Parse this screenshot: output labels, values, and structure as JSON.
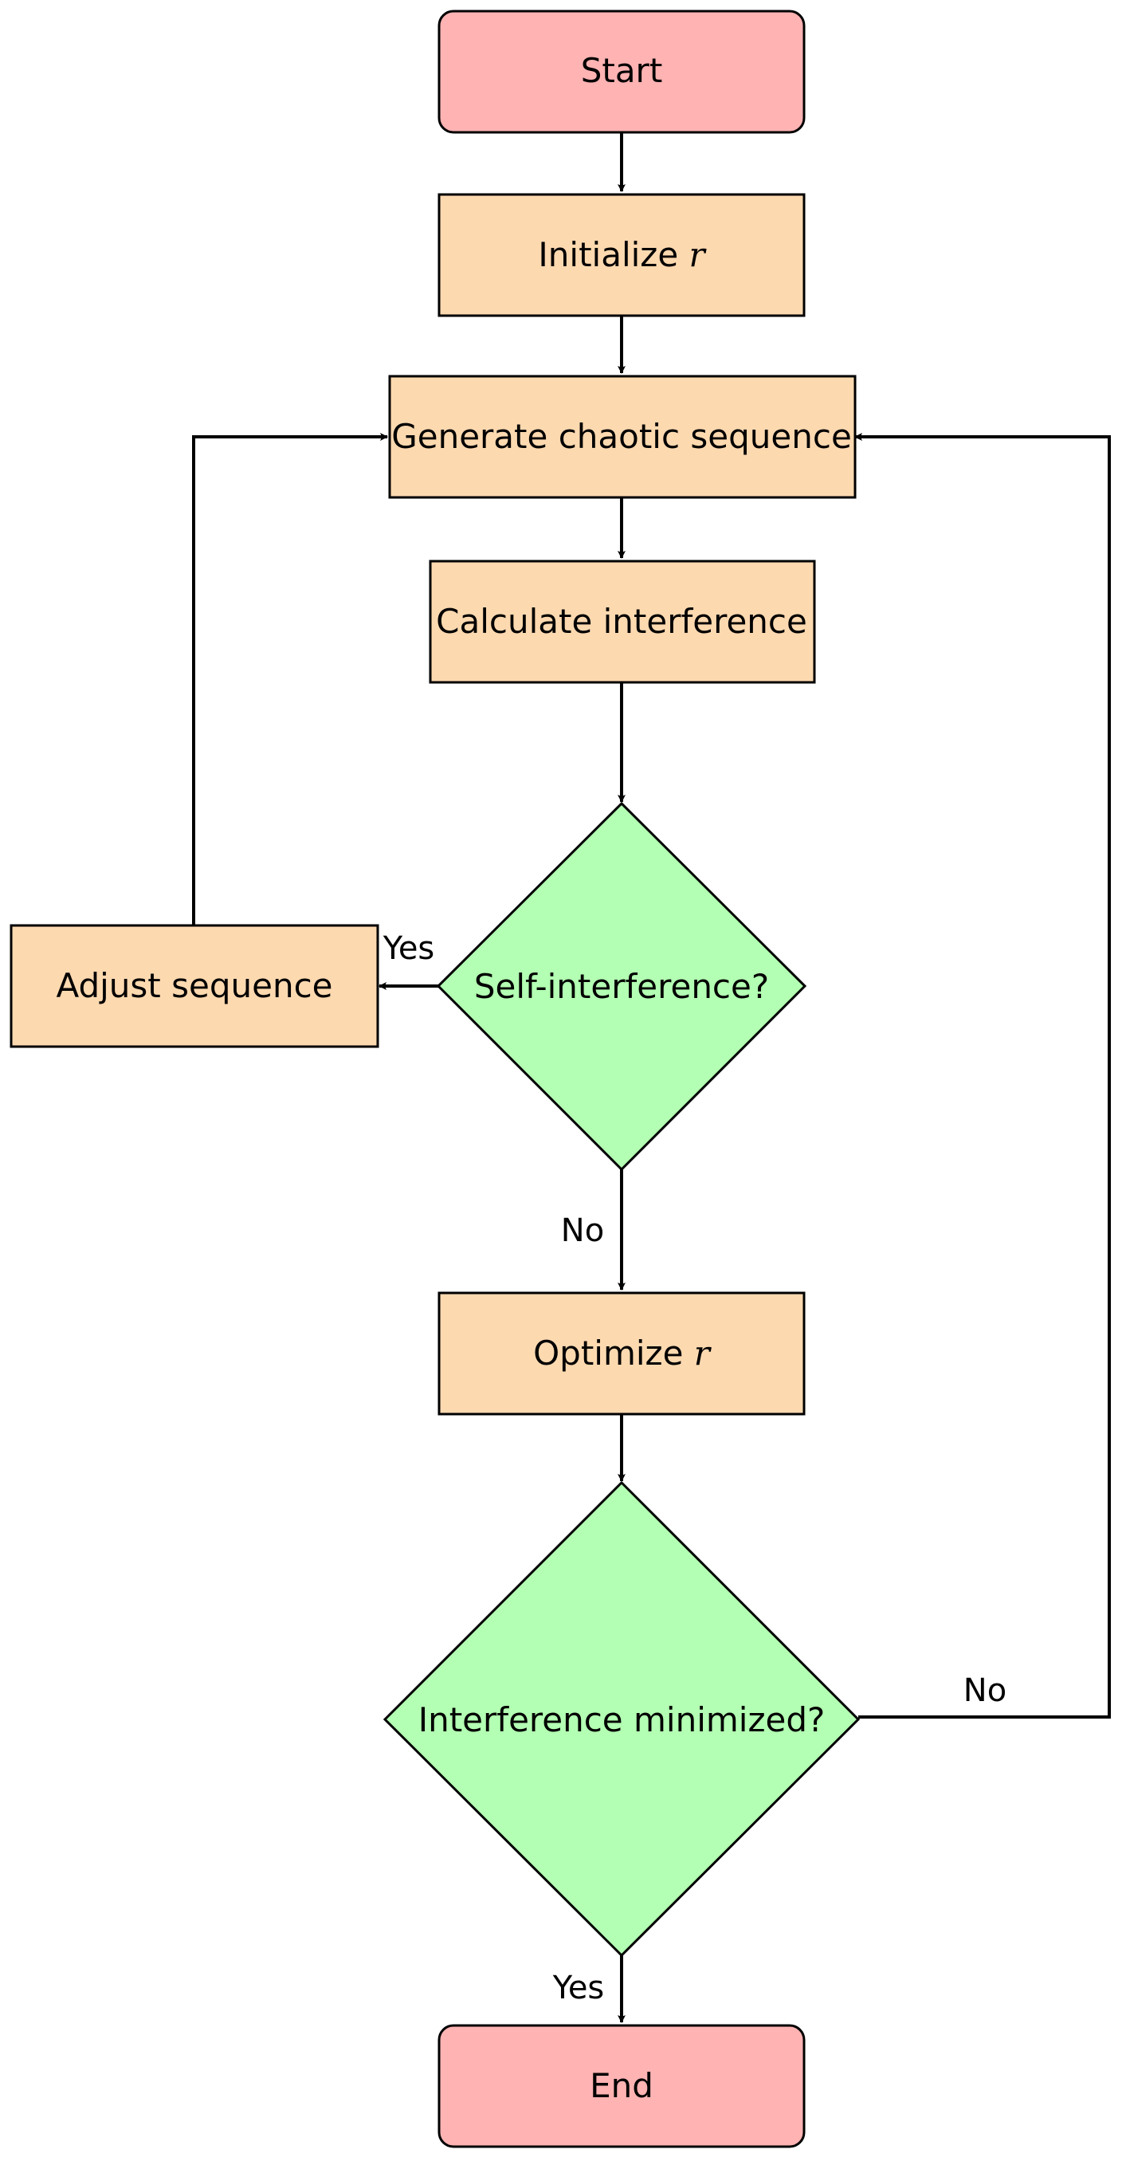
{
  "colors": {
    "terminal_fill": "#ffb3b3",
    "process_fill": "#fdd9b0",
    "decision_fill": "#b3ffb3",
    "line": "#000000"
  },
  "nodes": {
    "start": {
      "label": "Start",
      "shape": "terminal"
    },
    "initialize": {
      "label": "Initialize ",
      "var": "r",
      "shape": "process"
    },
    "generate": {
      "label": "Generate chaotic sequence",
      "shape": "process"
    },
    "calculate": {
      "label": "Calculate interference",
      "shape": "process"
    },
    "self_interference": {
      "label": "Self-interference?",
      "shape": "decision"
    },
    "adjust": {
      "label": "Adjust sequence",
      "shape": "process"
    },
    "optimize": {
      "label": "Optimize ",
      "var": "r",
      "shape": "process"
    },
    "minimized": {
      "label": "Interference minimized?",
      "shape": "decision"
    },
    "end": {
      "label": "End",
      "shape": "terminal"
    }
  },
  "edges": {
    "self_yes": "Yes",
    "self_no": "No",
    "min_no": "No",
    "min_yes": "Yes"
  }
}
